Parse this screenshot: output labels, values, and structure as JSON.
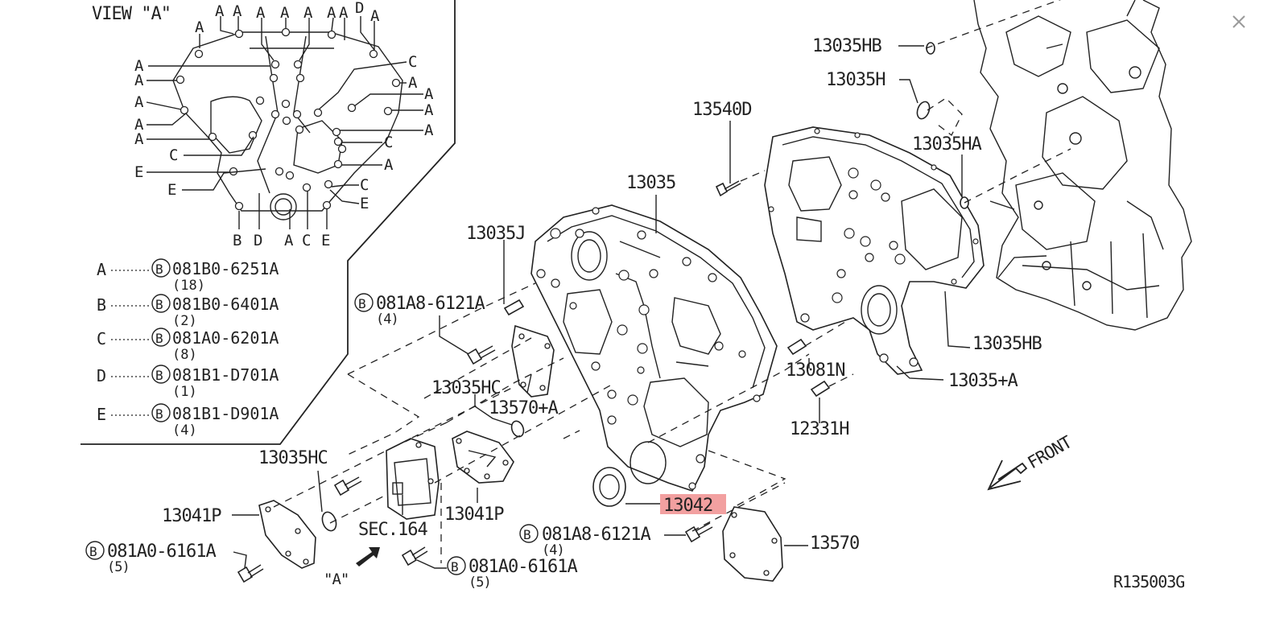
{
  "view": {
    "title": "VIEW \"A\"",
    "top_letters": [
      "A",
      "A",
      "A",
      "A",
      "A",
      "A",
      "A",
      "A",
      "D",
      "A"
    ],
    "left_letters": [
      "A",
      "A",
      "A",
      "A",
      "A",
      "C",
      "E",
      "E"
    ],
    "right_letters": [
      "C",
      "A",
      "A",
      "A",
      "A",
      "C",
      "A",
      "C",
      "E"
    ],
    "bottom_letters": [
      "B",
      "D",
      "A",
      "C",
      "E"
    ]
  },
  "legend": [
    {
      "key": "A",
      "circle": "B",
      "part": "081B0-6251A",
      "qty": "(18)"
    },
    {
      "key": "B",
      "circle": "B",
      "part": "081B0-6401A",
      "qty": "(2)"
    },
    {
      "key": "C",
      "circle": "B",
      "part": "081A0-6201A",
      "qty": "(8)"
    },
    {
      "key": "D",
      "circle": "B",
      "part": "081B1-D701A",
      "qty": "(1)"
    },
    {
      "key": "E",
      "circle": "B",
      "part": "081B1-D901A",
      "qty": "(4)"
    }
  ],
  "callouts": {
    "p13035HB_top": "13035HB",
    "p13035H": "13035H",
    "p13540D": "13540D",
    "p13035HA": "13035HA",
    "p13035": "13035",
    "p13035J": "13035J",
    "bolt_6121A_top": {
      "circle": "B",
      "part": "081A8-6121A",
      "qty": "(4)"
    },
    "p13035HC_mid": "13035HC",
    "p13570A": "13570+A",
    "p13035HB_right": "13035HB",
    "p13081N": "13081N",
    "p13035A": "13035+A",
    "p12331H": "12331H",
    "p13035HC_low": "13035HC",
    "p13041P_left": "13041P",
    "p13041P_mid": "13041P",
    "sec164": "SEC.164",
    "p13042": "13042",
    "bolt_6121A_low": {
      "circle": "B",
      "part": "081A8-6121A",
      "qty": "(4)"
    },
    "p13570": "13570",
    "bolt_6161A_left": {
      "circle": "B",
      "part": "081A0-6161A",
      "qty": "(5)"
    },
    "bolt_6161A_mid": {
      "circle": "B",
      "part": "081A0-6161A",
      "qty": "(5)"
    },
    "view_ref": "\"A\"",
    "front": "FRONT",
    "diagram_code": "R135003G"
  },
  "highlight": {
    "part": "13042",
    "color": "#f2a0a0"
  },
  "close_icon": "close-icon"
}
